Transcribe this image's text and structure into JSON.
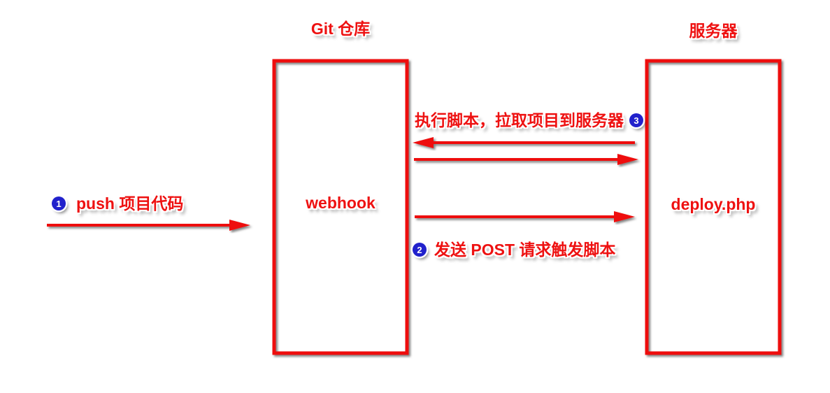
{
  "diagram": {
    "left_group": {
      "title": "Git 仓库",
      "node_label": "webhook"
    },
    "right_group": {
      "title": "服务器",
      "node_label": "deploy.php"
    },
    "steps": [
      {
        "num": "1",
        "label": "push 项目代码"
      },
      {
        "num": "2",
        "label": "发送 POST 请求触发脚本"
      },
      {
        "num": "3",
        "label": "执行脚本，拉取项目到服务器"
      }
    ],
    "arrows": [
      {
        "name": "push-to-repo",
        "direction": "right"
      },
      {
        "name": "post-to-server",
        "direction": "right"
      },
      {
        "name": "pull-to-repo",
        "direction": "left"
      },
      {
        "name": "return-to-server",
        "direction": "right"
      }
    ],
    "colors": {
      "stroke": "#ee1111",
      "badge": "#2121cc",
      "background": "#ffffff"
    }
  }
}
